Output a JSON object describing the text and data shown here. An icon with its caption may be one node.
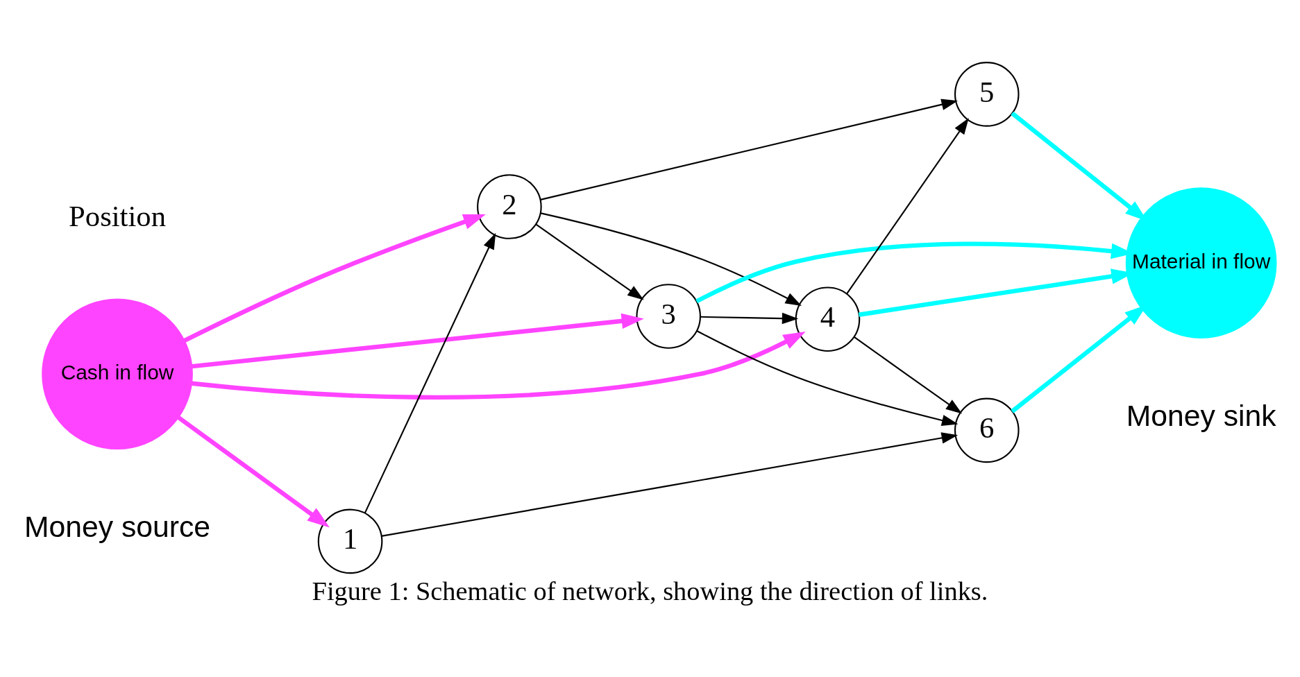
{
  "diagram": {
    "caption": "Figure 1: Schematic of network, showing the direction of links.",
    "nodes": [
      {
        "text": [
          "Cash in flow"
        ],
        "beside": [
          "Money source"
        ]
      },
      {
        "text": [
          "1"
        ]
      },
      {
        "text": [
          "2"
        ]
      },
      {
        "text": [
          "3"
        ]
      },
      {
        "text": [
          "4"
        ]
      },
      {
        "text": [
          "5"
        ]
      },
      {
        "text": [
          "6"
        ]
      },
      {
        "text": [
          "Material in flow"
        ],
        "beside": [
          "Money sink"
        ]
      }
    ],
    "edges": [
      {
        "from": 0,
        "to": 2,
        "arrow": "to",
        "style": "thick",
        "color": "#ff44ff"
      },
      {
        "from": 0,
        "to": 1,
        "arrow": "to",
        "style": "thick",
        "color": "#ff44ff"
      },
      {
        "from": 0,
        "to": 4,
        "arrow": "to",
        "style": "thick",
        "color": "#ff44ff"
      },
      {
        "from": 0,
        "to": 3,
        "arrow": "to",
        "style": "thick",
        "color": "#ff44ff"
      },
      {
        "from": 1,
        "to": 2,
        "arrow": "to"
      },
      {
        "from": 1,
        "to": 6,
        "arrow": "to"
      },
      {
        "from": 2,
        "to": 5,
        "arrow": "to"
      },
      {
        "from": 2,
        "to": 4,
        "arrow": "to"
      },
      {
        "from": 2,
        "to": 3,
        "arrow": "to"
      },
      {
        "from": 4,
        "to": 5,
        "arrow": "to"
      },
      {
        "from": 3,
        "to": 4,
        "arrow": "to"
      },
      {
        "from": 4,
        "to": 6,
        "arrow": "to"
      },
      {
        "from": 3,
        "to": 6,
        "arrow": "to"
      },
      {
        "from": 5,
        "to": 7,
        "arrow": "to",
        "style": "thick",
        "color": "#00ffff"
      },
      {
        "from": 4,
        "to": 7,
        "arrow": "to",
        "style": "thick",
        "color": "#00ffff"
      },
      {
        "from": 6,
        "to": 7,
        "arrow": "to",
        "style": "thick",
        "color": "#00ffff"
      },
      {
        "from": 3,
        "to": 7,
        "arrow": "to",
        "style": "thick",
        "color": "#00ffff"
      }
    ],
    "labels": [
      "Position"
    ]
  }
}
